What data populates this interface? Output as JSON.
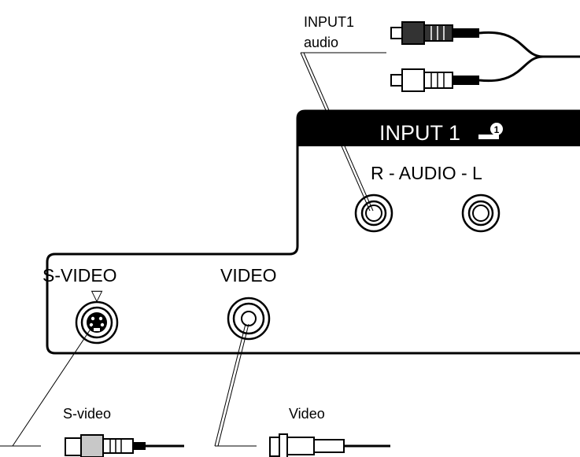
{
  "labels": {
    "input1_audio_line1": "INPUT1",
    "input1_audio_line2": "audio",
    "panel_title": "INPUT 1",
    "panel_icon_number": "1",
    "audio_jacks": "R - AUDIO - L",
    "s_video_jack": "S-VIDEO",
    "s_video_marker": "▽",
    "video_jack": "VIDEO",
    "s_video_cable": "S-video",
    "video_cable": "Video"
  },
  "colors": {
    "ink": "#000000",
    "background": "#ffffff",
    "panel_header": "#000000",
    "panel_header_text": "#ffffff",
    "red_plug_body": "#333333",
    "s_video_plug_body": "#c8c8c8"
  },
  "icons": {
    "panel_badge": "input-1-badge-icon",
    "rca_plug_red": "rca-plug-icon",
    "rca_plug_white": "rca-plug-icon",
    "s_video_plug": "s-video-plug-icon",
    "video_plug": "bnc-plug-icon"
  }
}
